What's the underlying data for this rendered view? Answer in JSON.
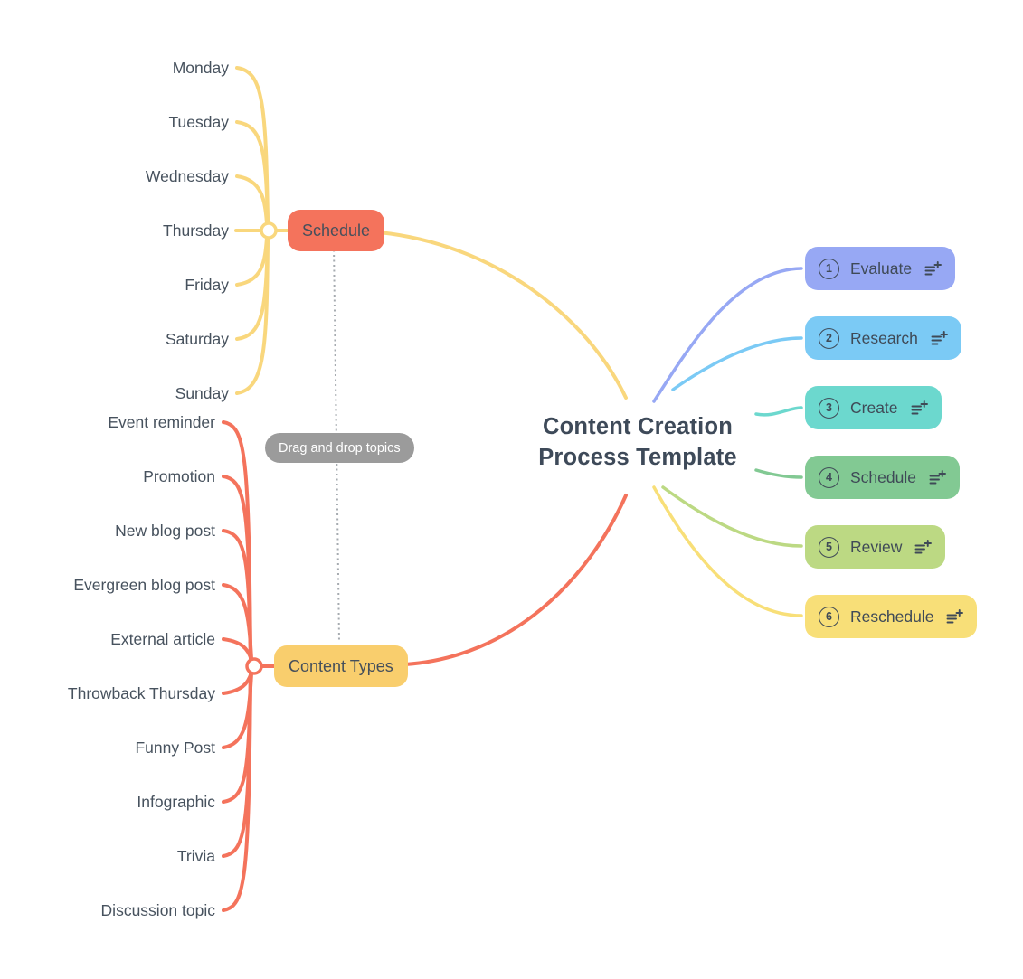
{
  "root": {
    "title_line1": "Content Creation",
    "title_line2": "Process Template",
    "text_color": "#3e4a59"
  },
  "tooltip": {
    "label": "Drag and drop topics",
    "bg_color": "#9b9b9b",
    "text_color": "#ffffff"
  },
  "branches": {
    "schedule": {
      "label": "Schedule",
      "node_color": "#f4735c",
      "line_color": "#f9d77d",
      "children": [
        "Monday",
        "Tuesday",
        "Wednesday",
        "Thursday",
        "Friday",
        "Saturday",
        "Sunday"
      ]
    },
    "content_types": {
      "label": "Content Types",
      "node_color": "#f9ce6d",
      "line_color": "#f4735c",
      "children": [
        "Event reminder",
        "Promotion",
        "New blog post",
        "Evergreen blog post",
        "External article",
        "Throwback Thursday",
        "Funny Post",
        "Infographic",
        "Trivia",
        "Discussion topic"
      ]
    },
    "process_steps": [
      {
        "num": "1",
        "label": "Evaluate",
        "color": "#97a8f4"
      },
      {
        "num": "2",
        "label": "Research",
        "color": "#7bcaf5"
      },
      {
        "num": "3",
        "label": "Create",
        "color": "#6cd8ce"
      },
      {
        "num": "4",
        "label": "Schedule",
        "color": "#82c993"
      },
      {
        "num": "5",
        "label": "Review",
        "color": "#bcd983"
      },
      {
        "num": "6",
        "label": "Reschedule",
        "color": "#f8df78"
      }
    ]
  },
  "icons": {
    "step_icon": "playlist-add-icon",
    "junction": "branch-junction-ring"
  }
}
